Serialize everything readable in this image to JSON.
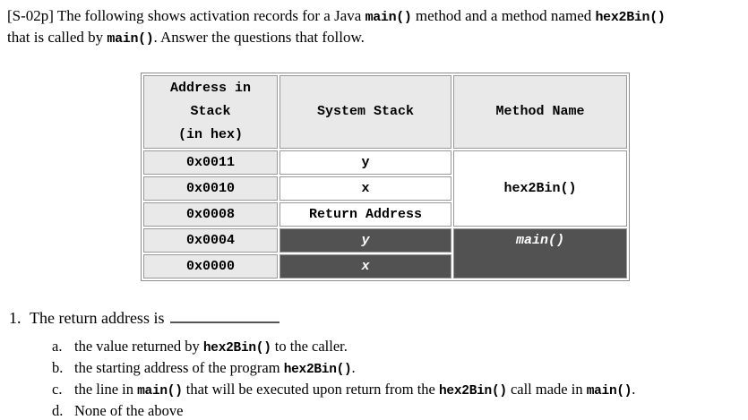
{
  "colors": {
    "page_bg": "#ffffff",
    "header_cell_bg": "#e9e9e9",
    "address_cell_bg": "#e9e9e9",
    "dark_cell_bg": "#525252",
    "dark_cell_text": "#ffffff",
    "cell_border": "#999999",
    "text": "#000000"
  },
  "intro": {
    "line1": {
      "seg0": "[S-02p] The following shows activation records for a Java ",
      "code1": "main()",
      "seg2": " method and a method named ",
      "code3": "hex2Bin()"
    },
    "line2": {
      "seg0": "that is called by ",
      "code1": "main()",
      "seg2": ". Answer the questions that follow."
    }
  },
  "table": {
    "headers": [
      "Address in\nStack\n(in hex)",
      "System Stack",
      "Method Name"
    ],
    "rows": [
      {
        "address": "0x0011",
        "stack": "y"
      },
      {
        "address": "0x0010",
        "stack": "x"
      },
      {
        "address": "0x0008",
        "stack": "Return Address"
      },
      {
        "address": "0x0004",
        "stack": "y"
      },
      {
        "address": "0x0000",
        "stack": "x"
      }
    ],
    "methods": [
      {
        "label": "hex2Bin()",
        "rows_spanned": 3
      },
      {
        "label": "main()",
        "rows_spanned": 2
      }
    ]
  },
  "question": {
    "number": "1.",
    "text": "The return address is"
  },
  "options": [
    {
      "letter": "a.",
      "seg0": "the value returned by ",
      "code1": "hex2Bin()",
      "seg2": " to the caller."
    },
    {
      "letter": "b.",
      "seg0": "the starting address of the program ",
      "code1": "hex2Bin()",
      "seg2": "."
    },
    {
      "letter": "c.",
      "seg0": "the line in ",
      "code1": "main()",
      "seg2": " that will be executed upon return from the ",
      "code3": "hex2Bin()",
      "seg4": " call made in ",
      "code5": "main()",
      "seg6": "."
    },
    {
      "letter": "d.",
      "seg0": "None of the above"
    }
  ]
}
